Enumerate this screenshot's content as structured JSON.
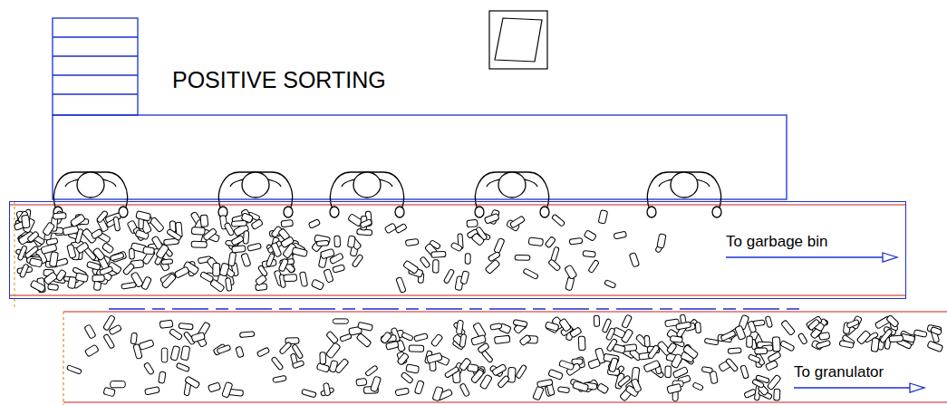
{
  "diagram": {
    "title": "POSITIVE SORTING",
    "nodes": [
      {
        "text": [
          "To garbage bin"
        ]
      },
      {
        "text": [
          "To granulator"
        ]
      }
    ]
  }
}
